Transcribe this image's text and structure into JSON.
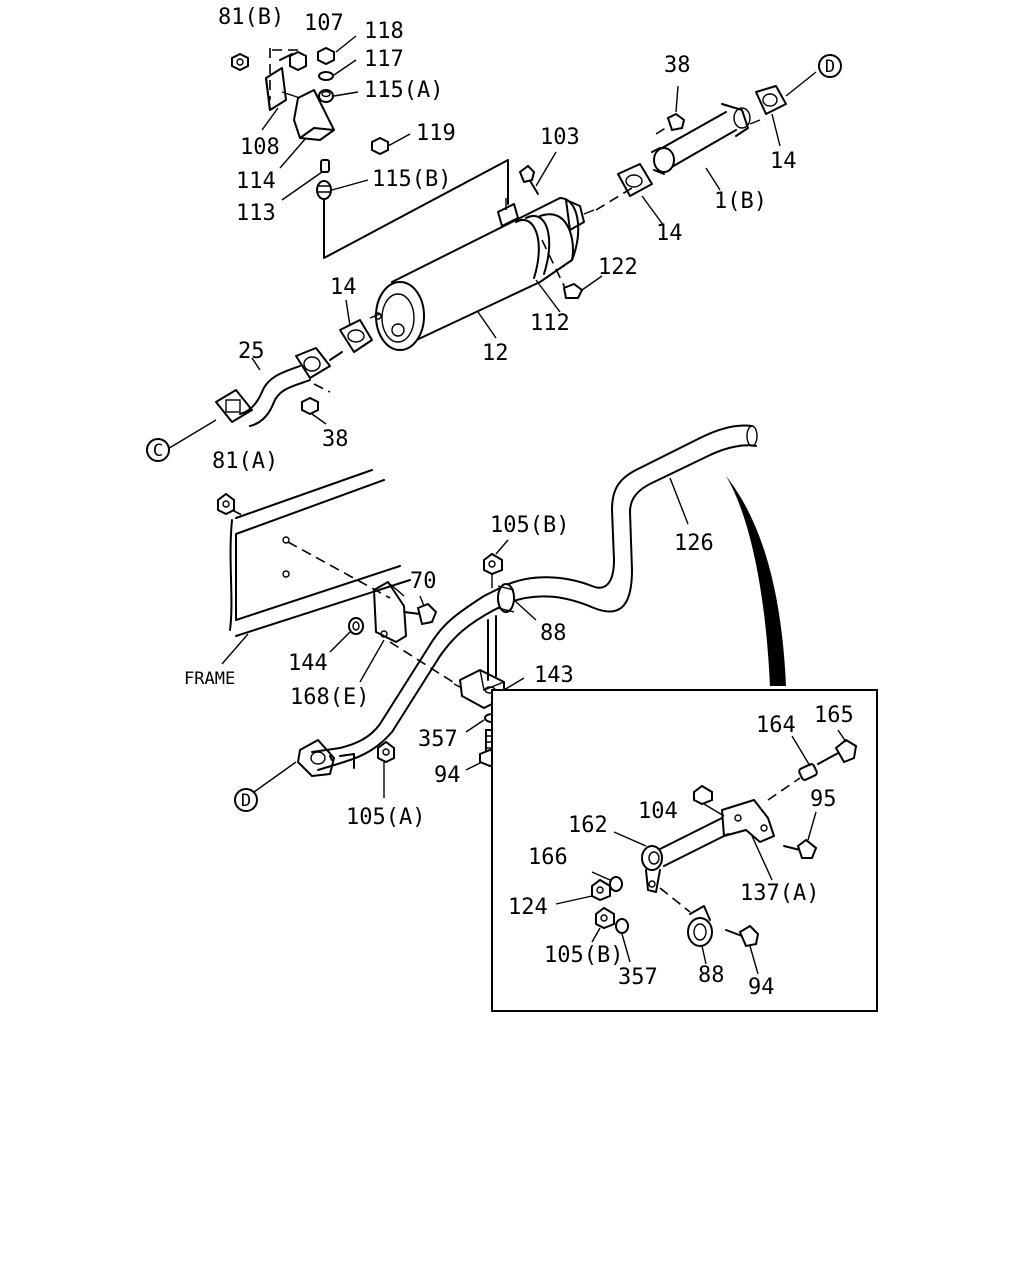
{
  "labels": {
    "p81b": "81(B)",
    "p107": "107",
    "p118": "118",
    "p117": "117",
    "p115a": "115(A)",
    "p108": "108",
    "p119": "119",
    "p114": "114",
    "p115b": "115(B)",
    "p113": "113",
    "p103": "103",
    "p38top": "38",
    "p1b": "1(B)",
    "p14right": "14",
    "p14mid": "14",
    "p122": "122",
    "p112": "112",
    "p12": "12",
    "p14left": "14",
    "p25": "25",
    "p38left": "38",
    "p81a": "81(A)",
    "p126": "126",
    "p105b": "105(B)",
    "p70": "70",
    "p88": "88",
    "p144": "144",
    "frame": "FRAME",
    "p168e": "168(E)",
    "p143": "143",
    "p357": "357",
    "p94": "94",
    "p105a": "105(A)",
    "d164": "164",
    "d165": "165",
    "d104": "104",
    "d95": "95",
    "d162": "162",
    "d166": "166",
    "d137a": "137(A)",
    "d124": "124",
    "d105b": "105(B)",
    "d357": "357",
    "d88": "88",
    "d94": "94"
  },
  "connectors": {
    "c": "C",
    "d_top": "D",
    "d_bottom": "D"
  }
}
